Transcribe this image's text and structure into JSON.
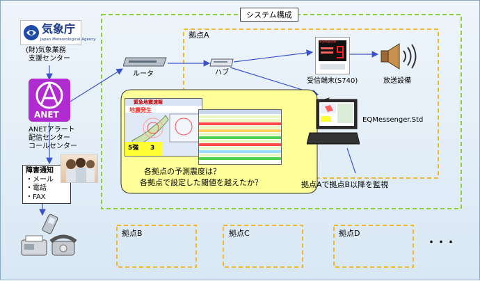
{
  "system_title": "システム構成",
  "jma": {
    "logo_text": "気象庁",
    "logo_sub": "Japan Meteorological Agency",
    "caption_line1": "(財)気象業務",
    "caption_line2": "支援センター"
  },
  "anet": {
    "logo_text": "ANET",
    "caption_line1": "ANETアラート",
    "caption_line2": "配信センター",
    "caption_line3": "コールセンター"
  },
  "failure_notice": {
    "title": "障害通知",
    "items": [
      "・メール",
      "・電話",
      "・FAX"
    ]
  },
  "site_a": {
    "label": "拠点A",
    "router_label": "ルータ",
    "hub_label": "ハブ",
    "terminal_label": "受信端末(S740)",
    "broadcast_label": "放送設備",
    "pc_label": "EQMessenger.Std"
  },
  "terminal_display": {
    "header": "緊急地震速報"
  },
  "app_screen": {
    "header": "緊急地震速報",
    "alert_text": "地震発生",
    "intensity_label": "5強",
    "intensity_value": "3"
  },
  "bubble": {
    "line1": "各拠点の予測震度は？",
    "line2": "各拠点で設定した閾値を越えたか？"
  },
  "monitor_note": "拠点Aで拠点B以降を監視",
  "other_sites": [
    "拠点B",
    "拠点C",
    "拠点D"
  ],
  "ellipsis": "・・・",
  "colors": {
    "green_dash": "#8fce3a",
    "orange_dash": "#f0b830",
    "bubble_fill": "#ffff99",
    "arrow_blue": "#3a52c8",
    "anet_purple": "#b12cd0"
  }
}
